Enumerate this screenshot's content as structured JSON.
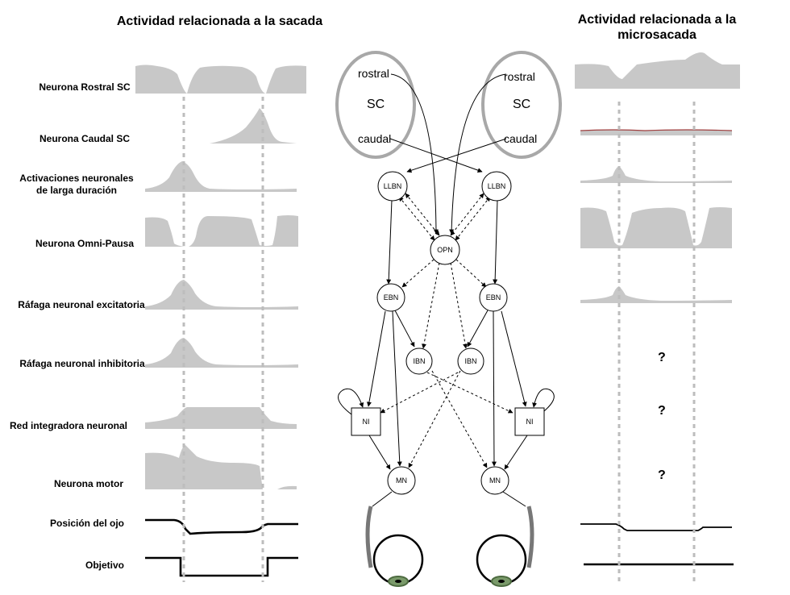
{
  "titles": {
    "saccade": "Actividad relacionada a la sacada",
    "microsaccade_line1": "Actividad relacionada a la",
    "microsaccade_line2": "microsacada"
  },
  "rows": [
    {
      "label": "Neurona Rostral SC"
    },
    {
      "label": "Neurona Caudal SC"
    },
    {
      "label_line1": "Activaciones neuronales",
      "label_line2": "de larga duración"
    },
    {
      "label": "Neurona Omni-Pausa"
    },
    {
      "label": "Ráfaga neuronal excitatoria"
    },
    {
      "label": "Ráfaga neuronal inhibitoria"
    },
    {
      "label": "Red integradora neuronal"
    },
    {
      "label": "Neurona motor"
    },
    {
      "label": "Posición del ojo"
    },
    {
      "label": "Objetivo"
    }
  ],
  "circuit": {
    "sc_left": {
      "top": "rostral",
      "center": "SC",
      "bottom": "caudal"
    },
    "sc_right": {
      "top": "rostral",
      "center": "SC",
      "bottom": "caudal"
    },
    "nodes": {
      "llbn": "LLBN",
      "opn": "OPN",
      "ebn": "EBN",
      "ibn": "IBN",
      "ni": "NI",
      "mn": "MN"
    }
  },
  "unknown_marks": [
    "?",
    "?",
    "?"
  ],
  "colors": {
    "trace_fill": "#c8c8c8",
    "dashed_guide": "#bdbdbd",
    "sc_outline": "#a8a8a8",
    "eye_muscle": "#777777",
    "pupil": "#7a9a6a",
    "caudal_micro_line": "#a04040"
  }
}
